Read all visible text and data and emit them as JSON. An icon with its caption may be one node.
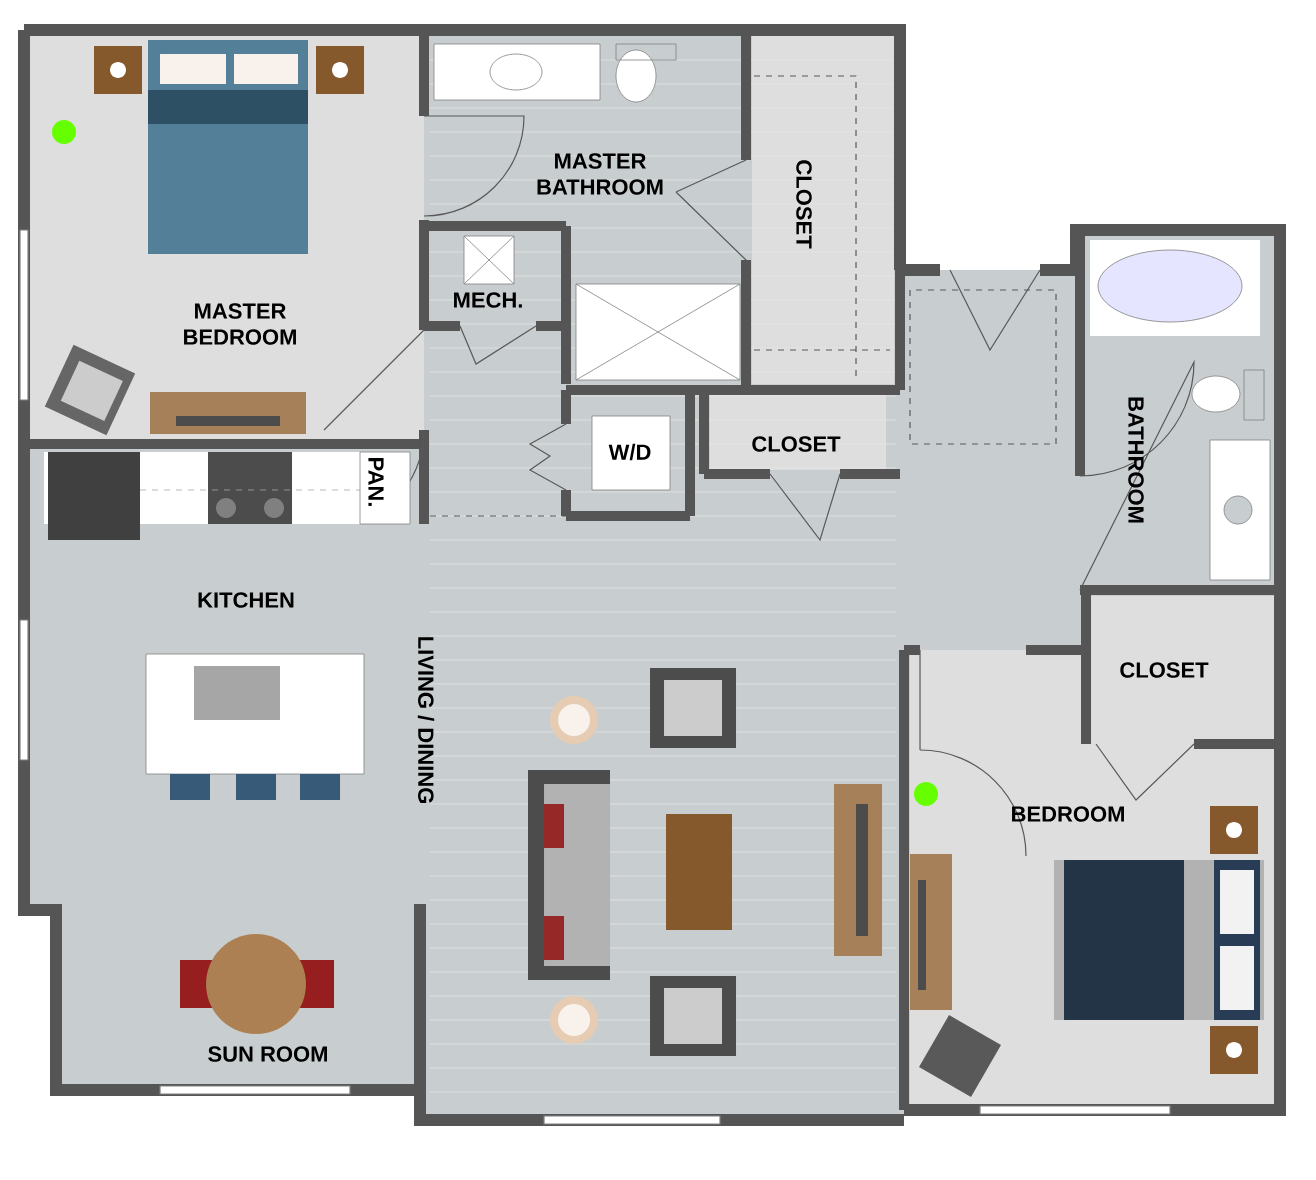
{
  "diagram": {
    "labels": [
      "MASTER BATHROOM",
      "CLOSET",
      "MASTER BEDROOM",
      "MECH.",
      "W/D",
      "CLOSET",
      "PAN.",
      "BATHROOM",
      "KITCHEN",
      "LIVING / DINING",
      "CLOSET",
      "BEDROOM",
      "SUN ROOM"
    ]
  }
}
